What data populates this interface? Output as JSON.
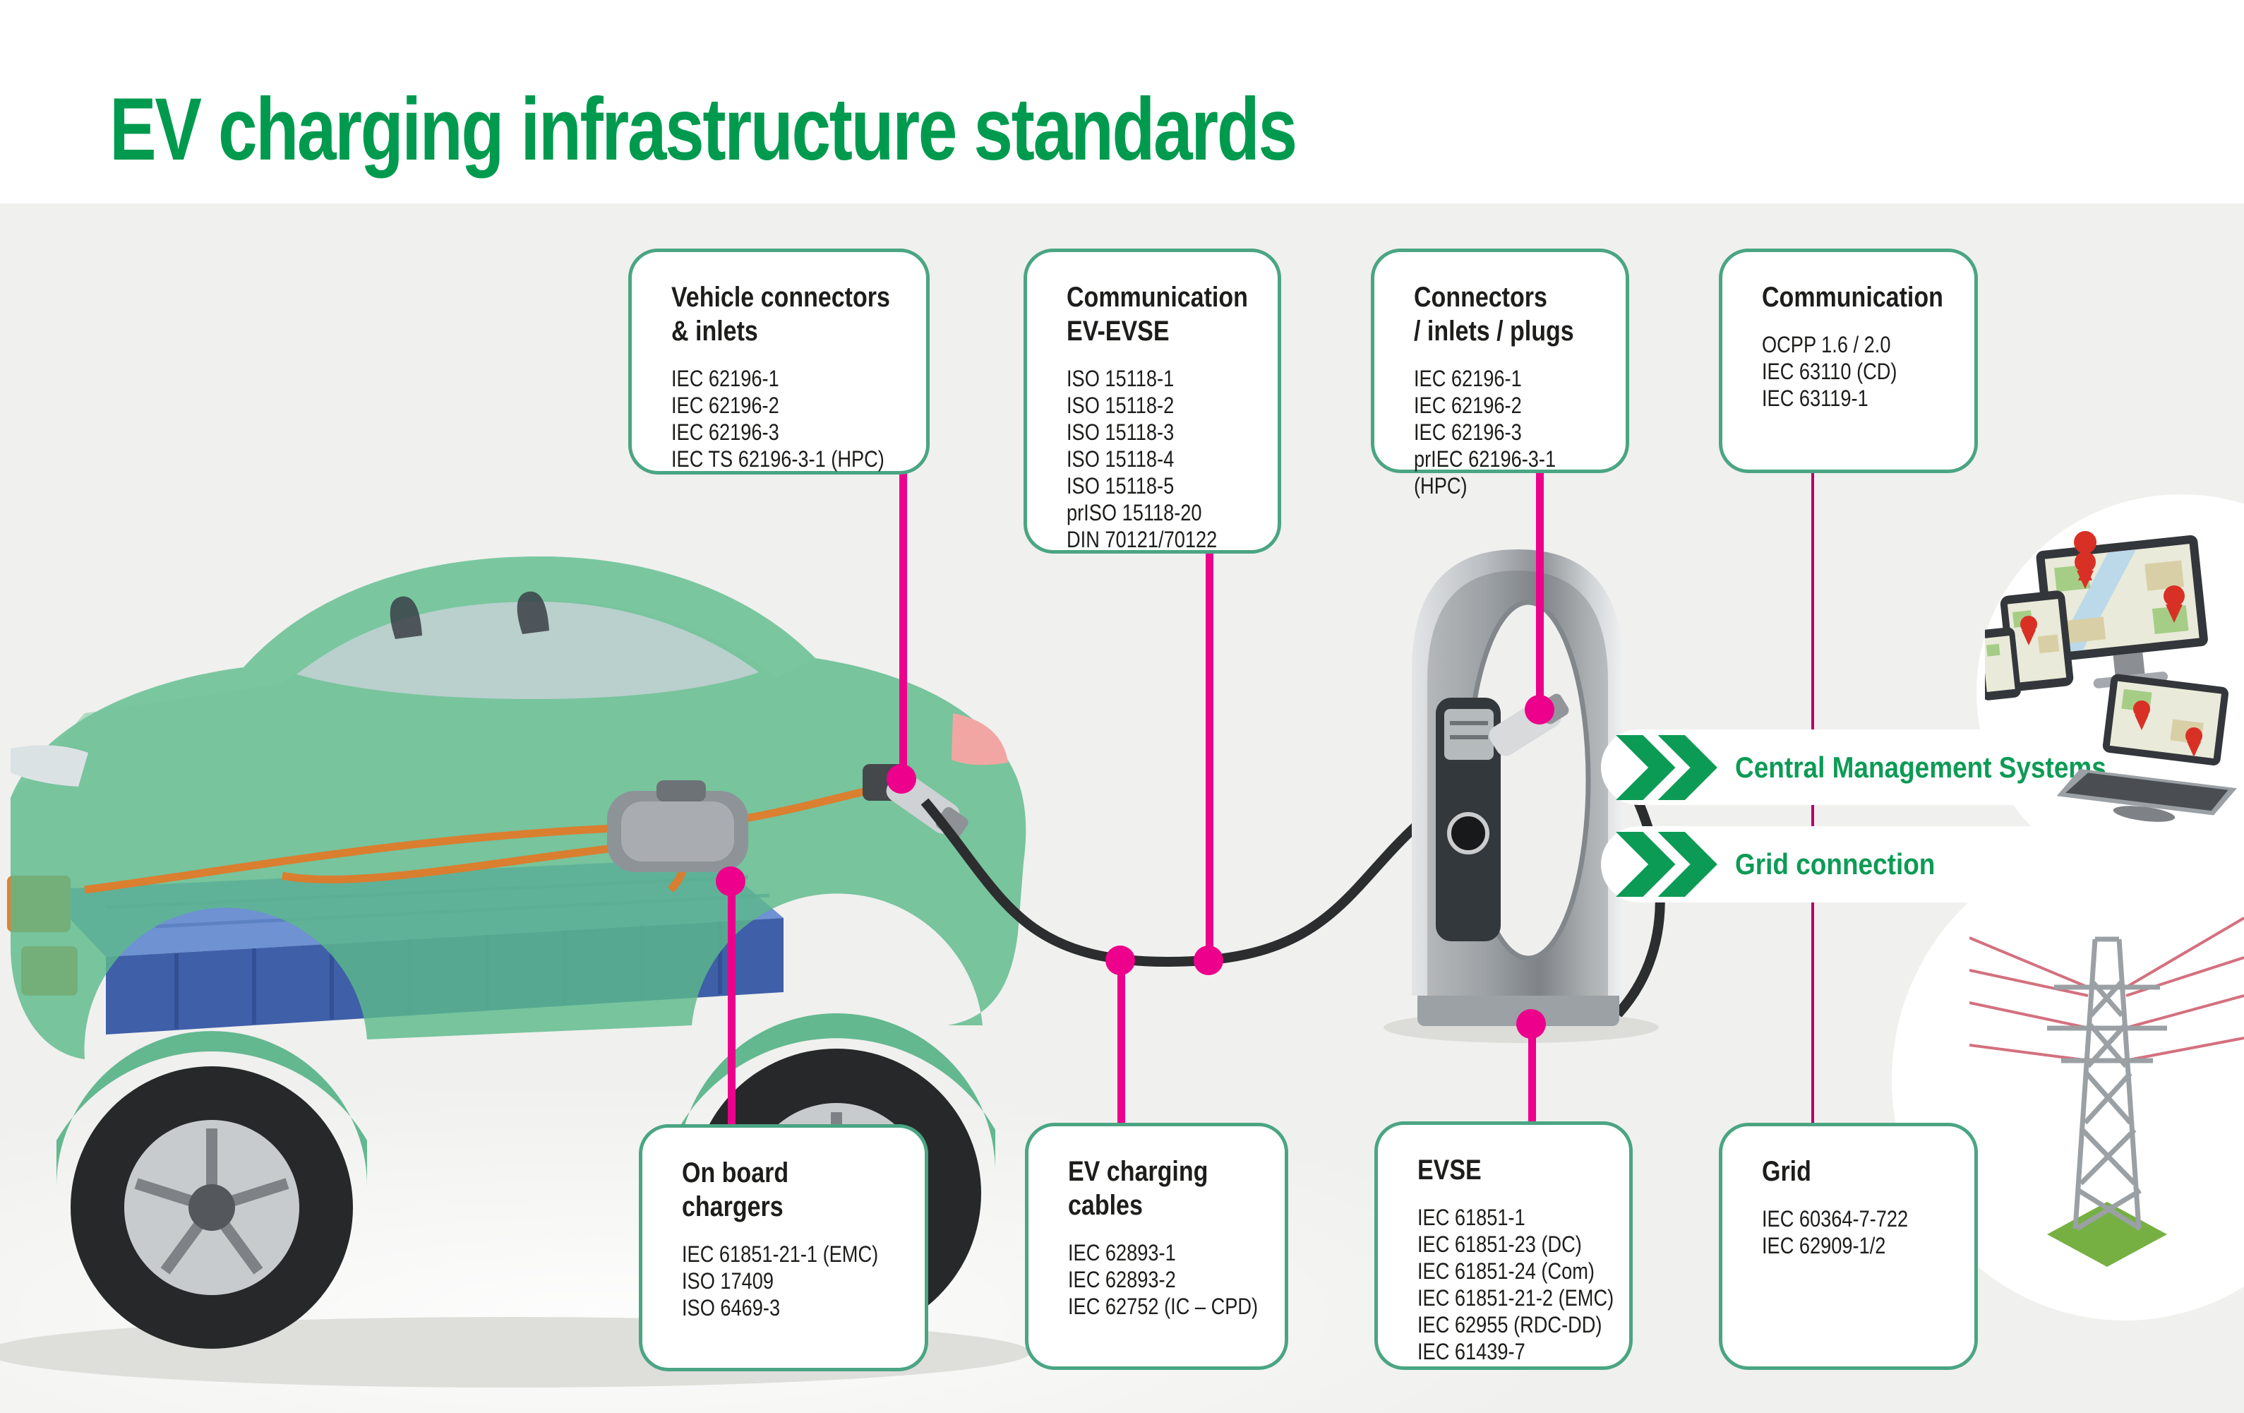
{
  "title": "EV charging infrastructure standards",
  "standard_boxes": [
    {
      "heading": [
        "Vehicle connectors",
        "& inlets"
      ],
      "items": [
        "IEC 62196-1",
        "IEC 62196-2",
        "IEC 62196-3",
        "IEC TS 62196-3-1 (HPC)"
      ]
    },
    {
      "heading": [
        "Communication",
        "EV-EVSE"
      ],
      "items": [
        "ISO 15118-1",
        "ISO 15118-2",
        "ISO 15118-3",
        "ISO 15118-4",
        "ISO 15118-5",
        "prISO 15118-20",
        "DIN 70121/70122"
      ]
    },
    {
      "heading": [
        "Connectors",
        "/ inlets / plugs"
      ],
      "items": [
        "IEC 62196-1",
        "IEC 62196-2",
        "IEC 62196-3",
        "prIEC 62196-3-1 (HPC)"
      ]
    },
    {
      "heading": [
        "Communication"
      ],
      "items": [
        "OCPP 1.6 / 2.0",
        "IEC 63110 (CD)",
        "IEC 63119-1"
      ]
    },
    {
      "heading": [
        "On board",
        "chargers"
      ],
      "items": [
        "IEC 61851-21-1 (EMC)",
        "ISO 17409",
        "ISO 6469-3"
      ]
    },
    {
      "heading": [
        "EV charging",
        "cables"
      ],
      "items": [
        "IEC 62893-1",
        "IEC 62893-2",
        "IEC 62752 (IC – CPD)"
      ]
    },
    {
      "heading": [
        "EVSE"
      ],
      "items": [
        "IEC 61851-1",
        "IEC 61851-23 (DC)",
        "IEC 61851-24 (Com)",
        "IEC 61851-21-2 (EMC)",
        "IEC 62955 (RDC-DD)",
        "IEC 61439-7"
      ]
    },
    {
      "heading": [
        "Grid"
      ],
      "items": [
        "IEC 60364-7-722",
        "IEC 62909-1/2"
      ]
    }
  ],
  "flow_labels": {
    "central_management": "Central Management Systems",
    "grid_connection": "Grid connection"
  },
  "colors": {
    "brand_green": "#009a4e",
    "label_green": "#0c9b55",
    "box_border_green": "#4aa583",
    "accent_magenta": "#ec008c",
    "connector_line_dark_magenta": "#b5006f",
    "background_gray": "#f0f0ee"
  },
  "icons": {
    "chevron": "double-chevron-right"
  }
}
